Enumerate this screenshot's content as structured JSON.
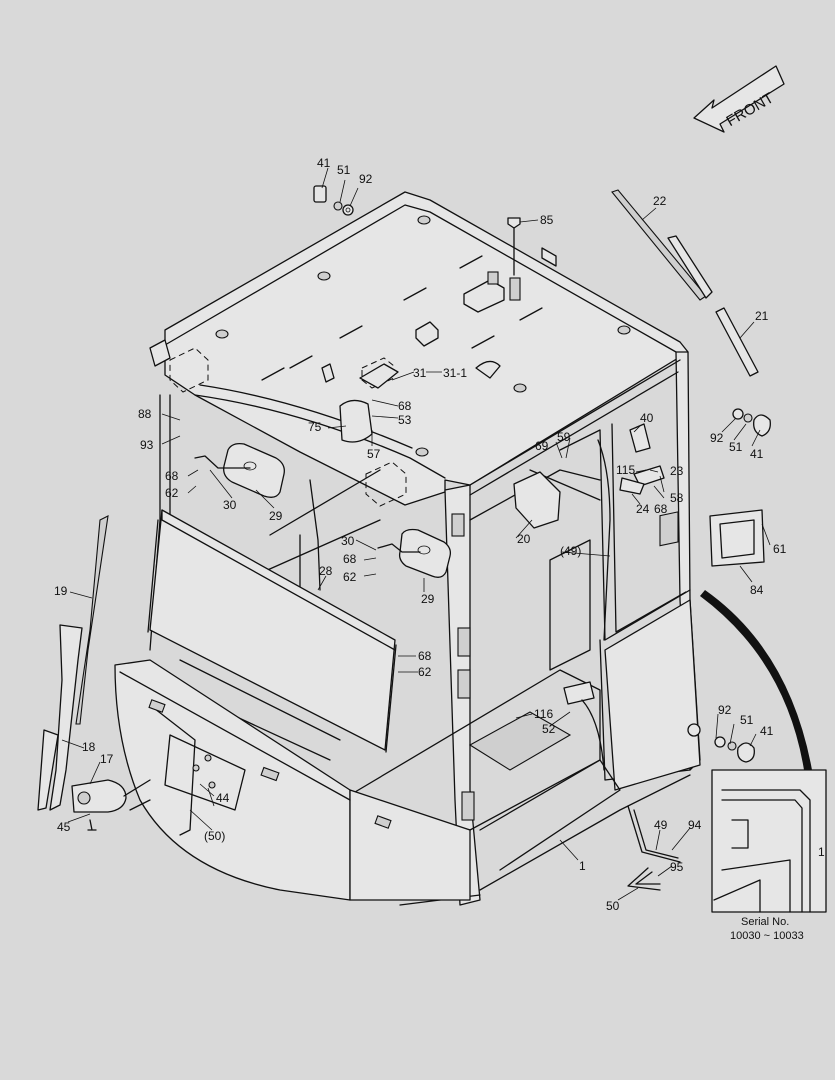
{
  "direction_label": "FRONT",
  "serial": {
    "title": "Serial No.",
    "range": "10030 ~ 10033",
    "inset_callout": "1"
  },
  "callouts": [
    {
      "id": "c41a",
      "text": "41"
    },
    {
      "id": "c51a",
      "text": "51"
    },
    {
      "id": "c92a",
      "text": "92"
    },
    {
      "id": "c85",
      "text": "85"
    },
    {
      "id": "c22",
      "text": "22"
    },
    {
      "id": "c21",
      "text": "21"
    },
    {
      "id": "c92b",
      "text": "92"
    },
    {
      "id": "c51b",
      "text": "51"
    },
    {
      "id": "c41b",
      "text": "41"
    },
    {
      "id": "c31",
      "text": "31"
    },
    {
      "id": "c31-1",
      "text": "31-1"
    },
    {
      "id": "c68a",
      "text": "68"
    },
    {
      "id": "c53",
      "text": "53"
    },
    {
      "id": "c75",
      "text": "75"
    },
    {
      "id": "c57",
      "text": "57"
    },
    {
      "id": "c88",
      "text": "88"
    },
    {
      "id": "c93",
      "text": "93"
    },
    {
      "id": "c68b",
      "text": "68"
    },
    {
      "id": "c62a",
      "text": "62"
    },
    {
      "id": "c30a",
      "text": "30"
    },
    {
      "id": "c29a",
      "text": "29"
    },
    {
      "id": "c40",
      "text": "40"
    },
    {
      "id": "c69",
      "text": "69"
    },
    {
      "id": "c59",
      "text": "59"
    },
    {
      "id": "c115",
      "text": "115"
    },
    {
      "id": "c23",
      "text": "23"
    },
    {
      "id": "c24",
      "text": "24"
    },
    {
      "id": "c68c",
      "text": "68"
    },
    {
      "id": "c58",
      "text": "58"
    },
    {
      "id": "c61",
      "text": "61"
    },
    {
      "id": "c84",
      "text": "84"
    },
    {
      "id": "c20",
      "text": "20"
    },
    {
      "id": "c49a",
      "text": "(49)"
    },
    {
      "id": "c30b",
      "text": "30"
    },
    {
      "id": "c68d",
      "text": "68"
    },
    {
      "id": "c62b",
      "text": "62"
    },
    {
      "id": "c28",
      "text": "28"
    },
    {
      "id": "c29b",
      "text": "29"
    },
    {
      "id": "c19",
      "text": "19"
    },
    {
      "id": "c68e",
      "text": "68"
    },
    {
      "id": "c62c",
      "text": "62"
    },
    {
      "id": "c116",
      "text": "116"
    },
    {
      "id": "c52",
      "text": "52"
    },
    {
      "id": "c92c",
      "text": "92"
    },
    {
      "id": "c51c",
      "text": "51"
    },
    {
      "id": "c41c",
      "text": "41"
    },
    {
      "id": "c18",
      "text": "18"
    },
    {
      "id": "c17",
      "text": "17"
    },
    {
      "id": "c44",
      "text": "44"
    },
    {
      "id": "c45",
      "text": "45"
    },
    {
      "id": "c50a",
      "text": "(50)"
    },
    {
      "id": "c1",
      "text": "1"
    },
    {
      "id": "c49b",
      "text": "49"
    },
    {
      "id": "c94",
      "text": "94"
    },
    {
      "id": "c95",
      "text": "95"
    },
    {
      "id": "c50b",
      "text": "50"
    }
  ]
}
